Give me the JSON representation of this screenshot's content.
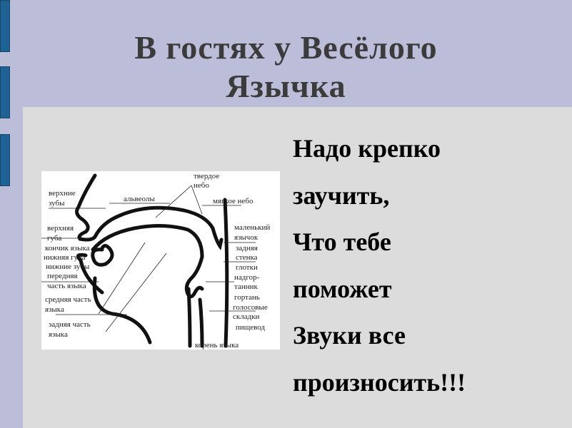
{
  "title": {
    "line1": "В гостях у Весёлого",
    "line2": "Язычка"
  },
  "poem": [
    "Надо крепко",
    "заучить,",
    "Что тебе",
    "поможет",
    "Звуки все",
    "произносить!!!"
  ],
  "diagram_labels": {
    "hard_palate_1": "твердое",
    "hard_palate_2": "небо",
    "upper_teeth_1": "верхние",
    "upper_teeth_2": "зубы",
    "alveoli": "альвеолы",
    "soft_palate": "мягкое небо",
    "uvula_1": "маленький",
    "uvula_2": "язычок",
    "upper_lip_1": "верхняя",
    "upper_lip_2": "губа",
    "tongue_tip": "кончик языка",
    "back_wall_1": "задняя",
    "back_wall_2": "стенка",
    "back_wall_3": "глотки",
    "lower_lip": "нижняя губа",
    "lower_teeth": "нижние зубы",
    "front_tongue_1": "передняя",
    "front_tongue_2": "часть языка",
    "epiglottis_1": "надгор-",
    "epiglottis_2": "танник",
    "middle_tongue_1": "средняя часть",
    "middle_tongue_2": "языка",
    "larynx": "гортань",
    "vocal_folds_1": "голосовые",
    "vocal_folds_2": "складки",
    "back_tongue_1": "задняя часть",
    "back_tongue_2": "языка",
    "esophagus": "пищевод",
    "tongue_root": "корень языка"
  },
  "colors": {
    "background": "#bcbdd8",
    "panel": "#dcdcdc",
    "accent_bar": "#1f6294",
    "title": "#3b3b3b"
  }
}
